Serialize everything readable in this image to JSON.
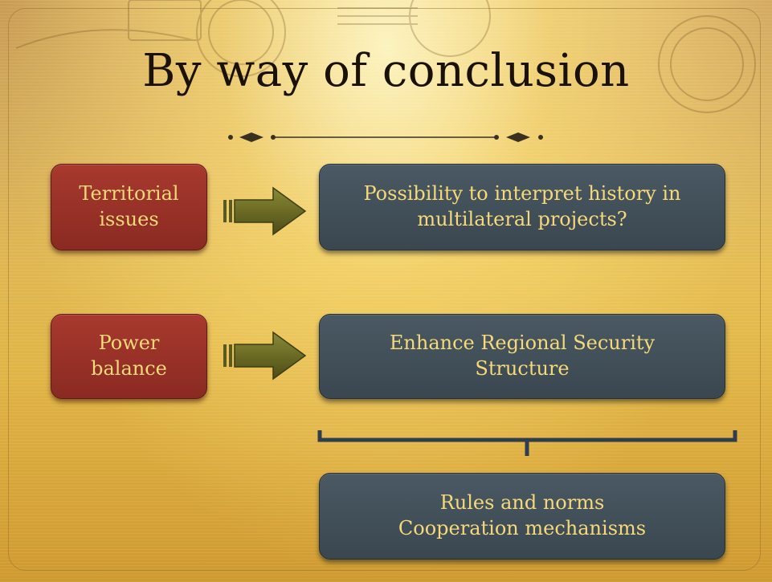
{
  "title": "By way of conclusion",
  "rows": [
    {
      "left": "Territorial\nissues",
      "right": "Possibility to interpret history in\nmultilateral projects?"
    },
    {
      "left": "Power\nbalance",
      "right": "Enhance Regional Security\nStructure"
    }
  ],
  "bottom_box": "Rules and norms\nCooperation mechanisms",
  "colors": {
    "red_box": "#8a2a22",
    "slate_box": "#3f4c55",
    "box_text": "#f5d97a",
    "arrow": "#6b6b25",
    "brace": "#2f3d4c",
    "background": "#e9c354"
  }
}
